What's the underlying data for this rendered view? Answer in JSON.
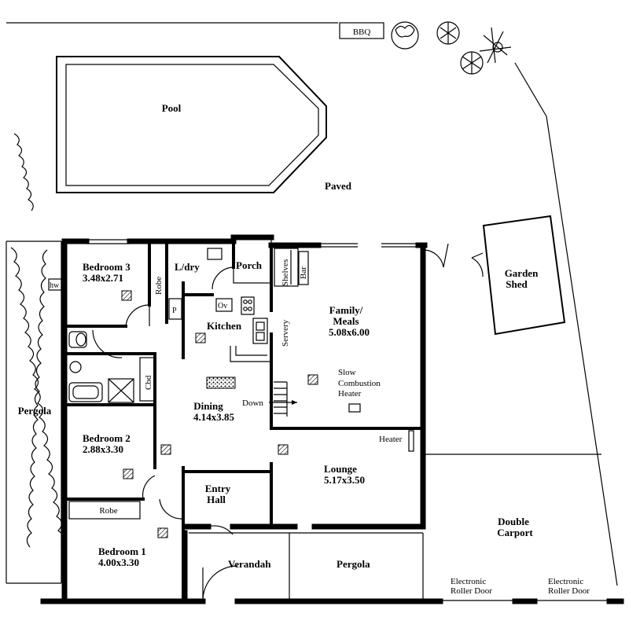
{
  "plan": {
    "labels": {
      "bbq": "BBQ",
      "pool": "Pool",
      "paved": "Paved",
      "garden_shed_1": "Garden",
      "garden_shed_2": "Shed",
      "hw": "hw",
      "bedroom3_name": "Bedroom 3",
      "bedroom3_size": "3.48x2.71",
      "robe_vertical": "Robe",
      "ldry": "L/dry",
      "porch": "Porch",
      "p": "P",
      "ov": "Ov",
      "kitchen": "Kitchen",
      "shelves": "Shelves",
      "bar": "Bar",
      "servery": "Servery",
      "family_1": "Family/",
      "family_2": "Meals",
      "family_size": "5.08x6.00",
      "slow_1": "Slow",
      "slow_2": "Combustion",
      "slow_3": "Heater",
      "cbd": "Cbd",
      "pergola_left": "Pergola",
      "dining_name": "Dining",
      "dining_size": "4.14x3.85",
      "down": "Down",
      "bedroom2_name": "Bedroom 2",
      "bedroom2_size": "2.88x3.30",
      "heater": "Heater",
      "lounge_name": "Lounge",
      "lounge_size": "5.17x3.50",
      "entry_1": "Entry",
      "entry_2": "Hall",
      "robe_horizontal": "Robe",
      "bedroom1_name": "Bedroom 1",
      "bedroom1_size": "4.00x3.30",
      "verandah": "Verandah",
      "pergola_front": "Pergola",
      "carport_1": "Double",
      "carport_2": "Carport",
      "roller_left_1": "Electronic",
      "roller_left_2": "Roller Door",
      "roller_right_1": "Electronic",
      "roller_right_2": "Roller Door"
    }
  }
}
